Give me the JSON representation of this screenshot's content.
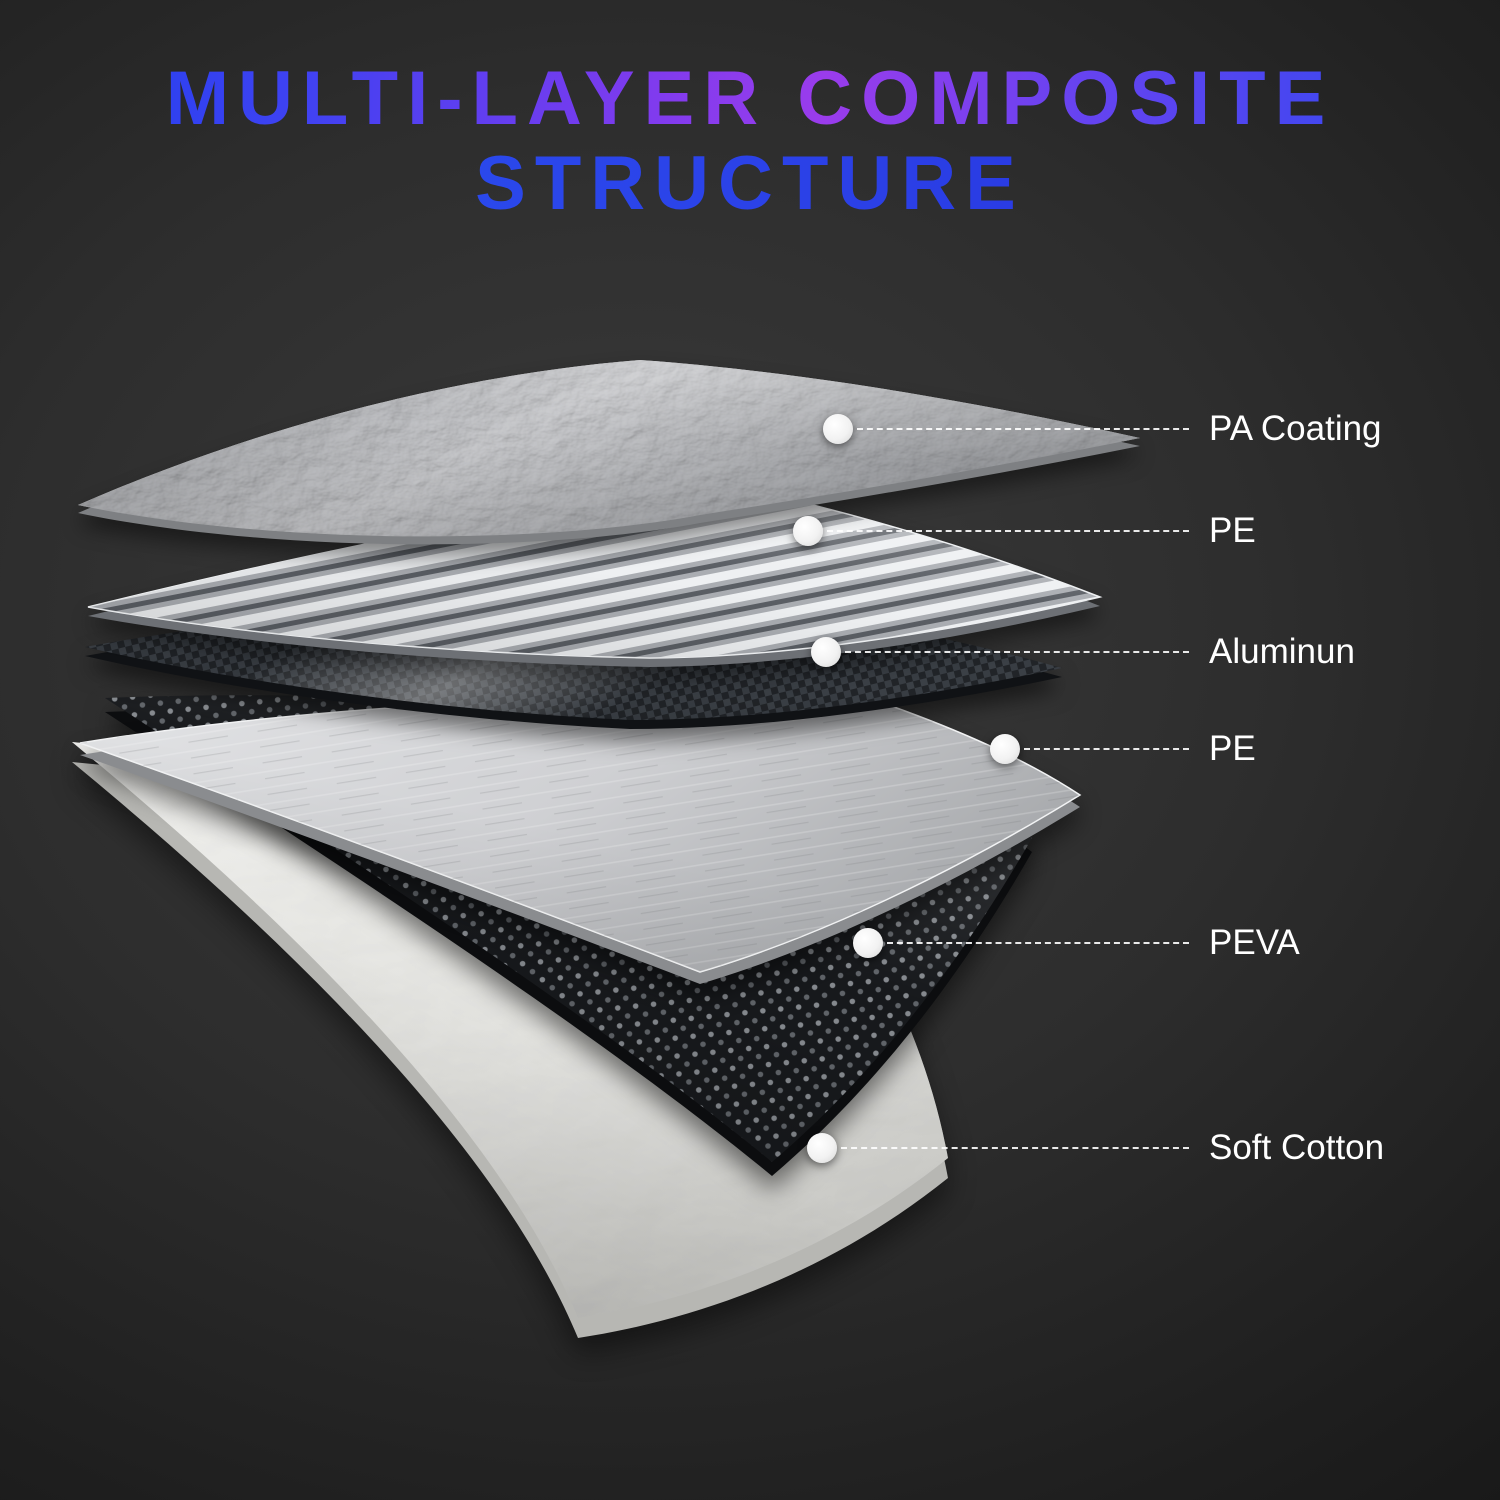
{
  "title": {
    "line1": "MULTI-LAYER COMPOSITE",
    "line2": "STRUCTURE"
  },
  "layers": [
    {
      "label": "PA Coating",
      "texture": "crinkled-foil-gray"
    },
    {
      "label": "PE",
      "texture": "ribbed-silver"
    },
    {
      "label": "Aluminun",
      "texture": "dark-carbon-weave"
    },
    {
      "label": "PE",
      "texture": "smooth-light-gray"
    },
    {
      "label": "PEVA",
      "texture": "black-perforated-dots"
    },
    {
      "label": "Soft Cotton",
      "texture": "white-soft-fabric"
    }
  ],
  "colors": {
    "background": "#2d2d2d",
    "title_gradient_start": "#1c3fee",
    "title_gradient_mid": "#9a3cec",
    "title_gradient_end": "#2b4af0",
    "label_text": "#ffffff",
    "callout_dot": "#ffffff"
  },
  "icons": {
    "callout_dot": "filled-circle"
  }
}
